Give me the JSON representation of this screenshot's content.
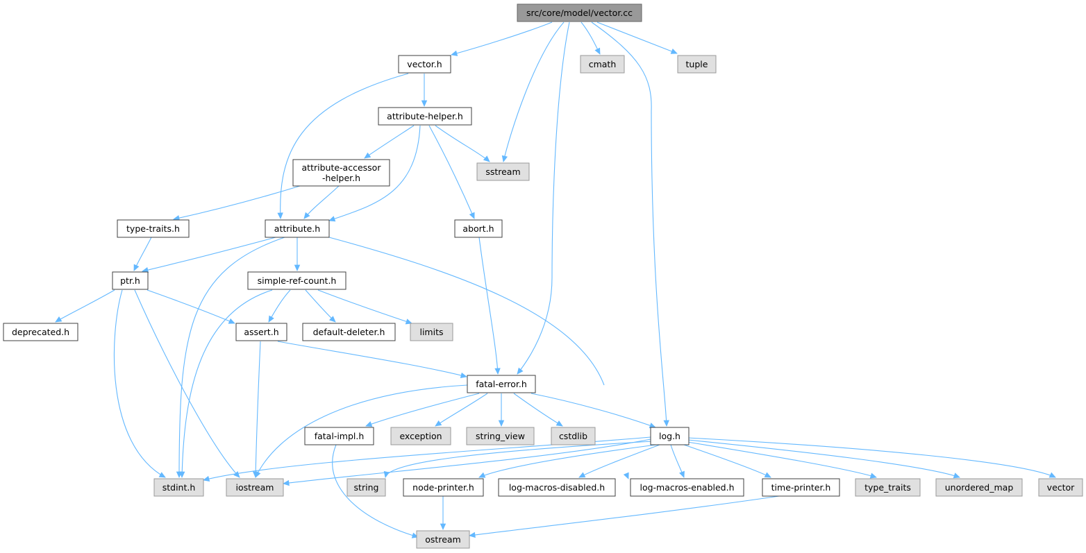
{
  "graph": {
    "nodes": [
      {
        "id": "root",
        "label": "src/core/model/vector.cc",
        "kind": "root"
      },
      {
        "id": "vector_h",
        "label": "vector.h",
        "kind": "internal"
      },
      {
        "id": "cmath",
        "label": "cmath",
        "kind": "system"
      },
      {
        "id": "tuple",
        "label": "tuple",
        "kind": "system"
      },
      {
        "id": "attribute_helper_h",
        "label": "attribute-helper.h",
        "kind": "internal"
      },
      {
        "id": "accessor_helper_h",
        "label": [
          "attribute-accessor",
          "-helper.h"
        ],
        "kind": "internal"
      },
      {
        "id": "sstream",
        "label": "sstream",
        "kind": "system"
      },
      {
        "id": "type_traits_h",
        "label": "type-traits.h",
        "kind": "internal"
      },
      {
        "id": "attribute_h",
        "label": "attribute.h",
        "kind": "internal"
      },
      {
        "id": "abort_h",
        "label": "abort.h",
        "kind": "internal"
      },
      {
        "id": "ptr_h",
        "label": "ptr.h",
        "kind": "internal"
      },
      {
        "id": "simple_ref_count_h",
        "label": "simple-ref-count.h",
        "kind": "internal"
      },
      {
        "id": "deprecated_h",
        "label": "deprecated.h",
        "kind": "internal"
      },
      {
        "id": "assert_h",
        "label": "assert.h",
        "kind": "internal"
      },
      {
        "id": "default_deleter_h",
        "label": "default-deleter.h",
        "kind": "internal"
      },
      {
        "id": "limits",
        "label": "limits",
        "kind": "system"
      },
      {
        "id": "fatal_error_h",
        "label": "fatal-error.h",
        "kind": "internal"
      },
      {
        "id": "fatal_impl_h",
        "label": "fatal-impl.h",
        "kind": "internal"
      },
      {
        "id": "exception",
        "label": "exception",
        "kind": "system"
      },
      {
        "id": "string_view",
        "label": "string_view",
        "kind": "system"
      },
      {
        "id": "cstdlib",
        "label": "cstdlib",
        "kind": "system"
      },
      {
        "id": "log_h",
        "label": "log.h",
        "kind": "internal"
      },
      {
        "id": "stdint_h",
        "label": "stdint.h",
        "kind": "system"
      },
      {
        "id": "iostream",
        "label": "iostream",
        "kind": "system"
      },
      {
        "id": "string",
        "label": "string",
        "kind": "system"
      },
      {
        "id": "node_printer_h",
        "label": "node-printer.h",
        "kind": "internal"
      },
      {
        "id": "log_macros_disabled_h",
        "label": "log-macros-disabled.h",
        "kind": "internal"
      },
      {
        "id": "log_macros_enabled_h",
        "label": "log-macros-enabled.h",
        "kind": "internal"
      },
      {
        "id": "time_printer_h",
        "label": "time-printer.h",
        "kind": "internal"
      },
      {
        "id": "type_traits",
        "label": "type_traits",
        "kind": "system"
      },
      {
        "id": "unordered_map",
        "label": "unordered_map",
        "kind": "system"
      },
      {
        "id": "vector",
        "label": "vector",
        "kind": "system"
      },
      {
        "id": "ostream",
        "label": "ostream",
        "kind": "system"
      }
    ],
    "edges": [
      [
        "root",
        "vector_h"
      ],
      [
        "root",
        "sstream"
      ],
      [
        "root",
        "fatal_error_h"
      ],
      [
        "root",
        "cmath"
      ],
      [
        "root",
        "log_h"
      ],
      [
        "root",
        "tuple"
      ],
      [
        "vector_h",
        "attribute_h"
      ],
      [
        "vector_h",
        "attribute_helper_h"
      ],
      [
        "attribute_helper_h",
        "accessor_helper_h"
      ],
      [
        "attribute_helper_h",
        "attribute_h"
      ],
      [
        "attribute_helper_h",
        "sstream"
      ],
      [
        "attribute_helper_h",
        "abort_h"
      ],
      [
        "accessor_helper_h",
        "type_traits_h"
      ],
      [
        "accessor_helper_h",
        "attribute_h"
      ],
      [
        "type_traits_h",
        "ptr_h"
      ],
      [
        "attribute_h",
        "ptr_h"
      ],
      [
        "attribute_h",
        "stdint_h"
      ],
      [
        "attribute_h",
        "simple_ref_count_h"
      ],
      [
        "attribute_h",
        "log_macros_enabled_h"
      ],
      [
        "abort_h",
        "fatal_error_h"
      ],
      [
        "ptr_h",
        "deprecated_h"
      ],
      [
        "ptr_h",
        "stdint_h"
      ],
      [
        "ptr_h",
        "iostream"
      ],
      [
        "ptr_h",
        "assert_h"
      ],
      [
        "simple_ref_count_h",
        "stdint_h"
      ],
      [
        "simple_ref_count_h",
        "assert_h"
      ],
      [
        "simple_ref_count_h",
        "default_deleter_h"
      ],
      [
        "simple_ref_count_h",
        "limits"
      ],
      [
        "assert_h",
        "iostream"
      ],
      [
        "assert_h",
        "fatal_error_h"
      ],
      [
        "fatal_error_h",
        "iostream"
      ],
      [
        "fatal_error_h",
        "fatal_impl_h"
      ],
      [
        "fatal_error_h",
        "exception"
      ],
      [
        "fatal_error_h",
        "string_view"
      ],
      [
        "fatal_error_h",
        "cstdlib"
      ],
      [
        "fatal_error_h",
        "log_h"
      ],
      [
        "fatal_impl_h",
        "ostream"
      ],
      [
        "log_h",
        "stdint_h"
      ],
      [
        "log_h",
        "iostream"
      ],
      [
        "log_h",
        "string"
      ],
      [
        "log_h",
        "node_printer_h"
      ],
      [
        "log_h",
        "log_macros_disabled_h"
      ],
      [
        "log_h",
        "log_macros_enabled_h"
      ],
      [
        "log_h",
        "time_printer_h"
      ],
      [
        "log_h",
        "type_traits"
      ],
      [
        "log_h",
        "unordered_map"
      ],
      [
        "log_h",
        "vector"
      ],
      [
        "node_printer_h",
        "ostream"
      ],
      [
        "time_printer_h",
        "ostream"
      ]
    ]
  }
}
